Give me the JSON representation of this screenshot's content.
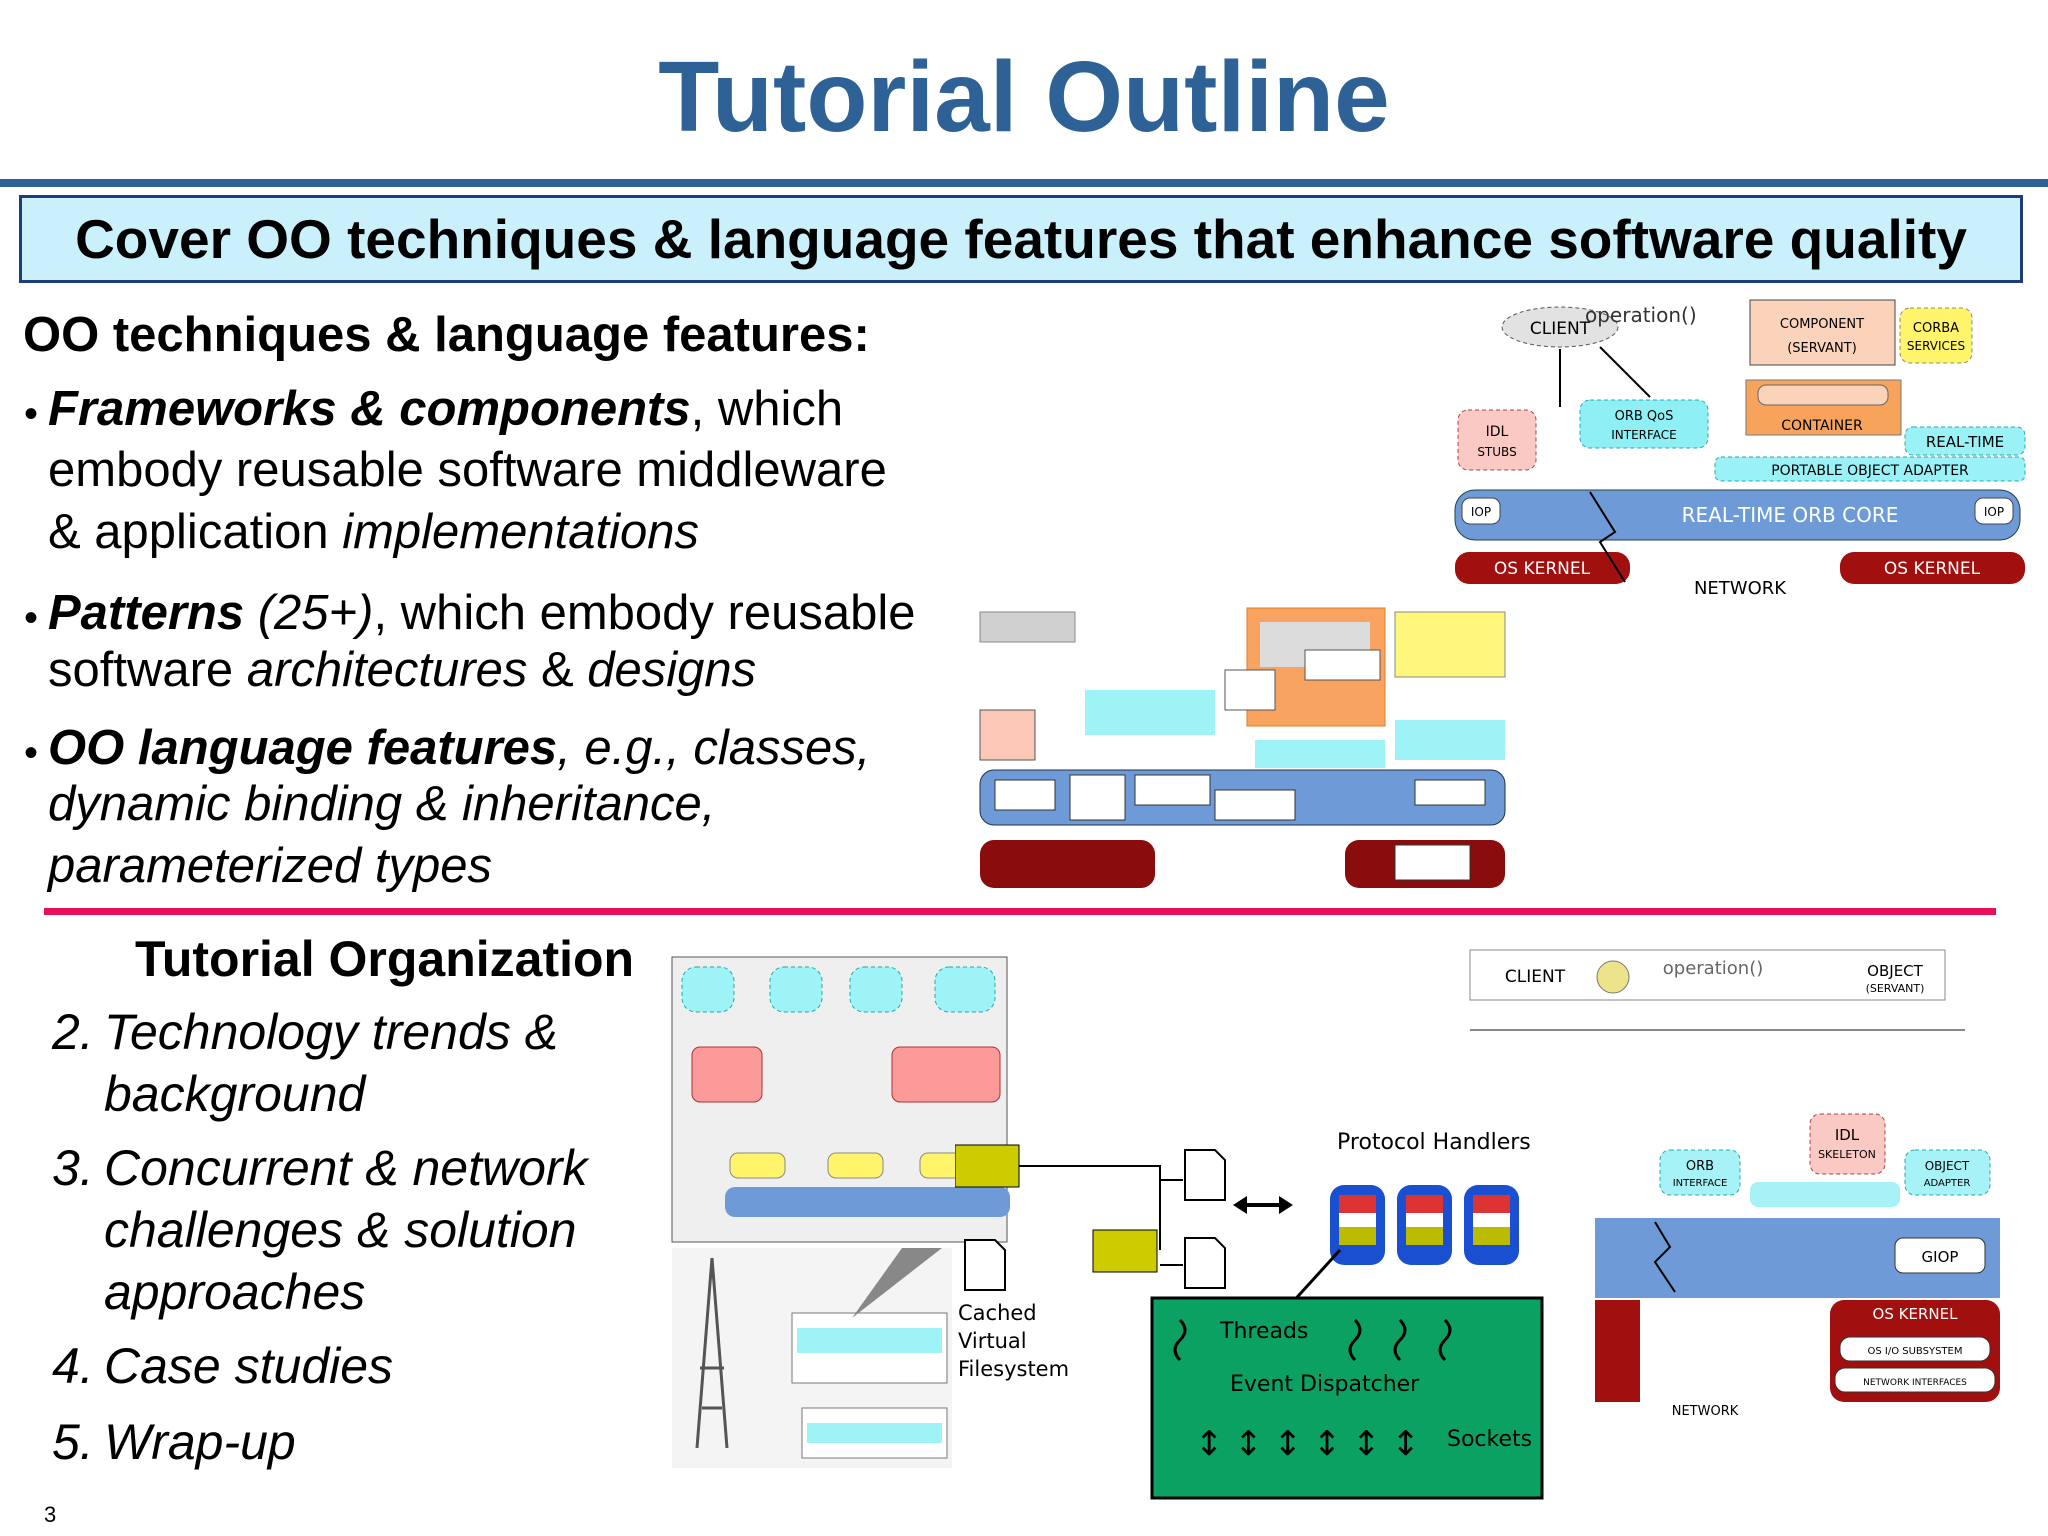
{
  "title": "Tutorial Outline",
  "banner": "Cover OO techniques & language features that enhance software quality",
  "features": {
    "heading": "OO techniques & language features:",
    "b1_bold": "Frameworks & components",
    "b1_l1_rest": ", which",
    "b1_l2": "embody reusable software middleware",
    "b1_l3_pre": "& application ",
    "b1_l3_it": "implementations",
    "b2_bold": "Patterns",
    "b2_it": " (25+)",
    "b2_rest": ", which embody reusable",
    "b2_l2_pre": "software ",
    "b2_l2_it1": "architectures",
    "b2_l2_mid": " & ",
    "b2_l2_it2": "designs",
    "b3_bold": "OO language features",
    "b3_rest": ", e.g., classes,",
    "b3_l2": "dynamic binding & inheritance,",
    "b3_l3": "parameterized types"
  },
  "organization": {
    "heading": "Tutorial Organization",
    "items": [
      {
        "num": "2.",
        "lines": [
          "Technology trends &",
          "background"
        ]
      },
      {
        "num": "3.",
        "lines": [
          "Concurrent & network",
          "challenges & solution",
          "approaches"
        ]
      },
      {
        "num": "4.",
        "lines": [
          "Case studies"
        ]
      },
      {
        "num": "5.",
        "lines": [
          "Wrap-up"
        ]
      }
    ]
  },
  "diagram_top": {
    "client": "CLIENT",
    "operation": "operation()",
    "component": "COMPONENT",
    "servant": "(SERVANT)",
    "corba1": "CORBA",
    "corba2": "SERVICES",
    "idl1": "IDL",
    "idl2": "STUBS",
    "orbqos1": "ORB QoS",
    "orbqos2": "INTERFACE",
    "container": "CONTAINER",
    "realtime": "REAL-TIME",
    "poa": "PORTABLE OBJECT ADAPTER",
    "orbcore": "REAL-TIME ORB CORE",
    "ioe": "IOP",
    "os1": "OS KERNEL",
    "os2": "OS KERNEL",
    "network": "NETWORK"
  },
  "diagram_server": {
    "protocol": "Protocol Handlers",
    "cached1": "Cached",
    "cached2": "Virtual",
    "cached3": "Filesystem",
    "threads": "Threads",
    "dispatcher": "Event Dispatcher",
    "sockets": "Sockets"
  },
  "diagram_right": {
    "client": "CLIENT",
    "operation": "operation()",
    "object": "OBJECT",
    "servant": "(SERVANT)",
    "idl1": "IDL",
    "idl2": "SKELETON",
    "orb1": "ORB",
    "orb2": "INTERFACE",
    "oa1": "OBJECT",
    "oa2": "ADAPTER",
    "giop": "GIOP",
    "os": "OS KERNEL",
    "io": "OS I/O SUBSYSTEM",
    "ni": "NETWORK INTERFACES",
    "network": "NETWORK"
  },
  "page_number": "3"
}
